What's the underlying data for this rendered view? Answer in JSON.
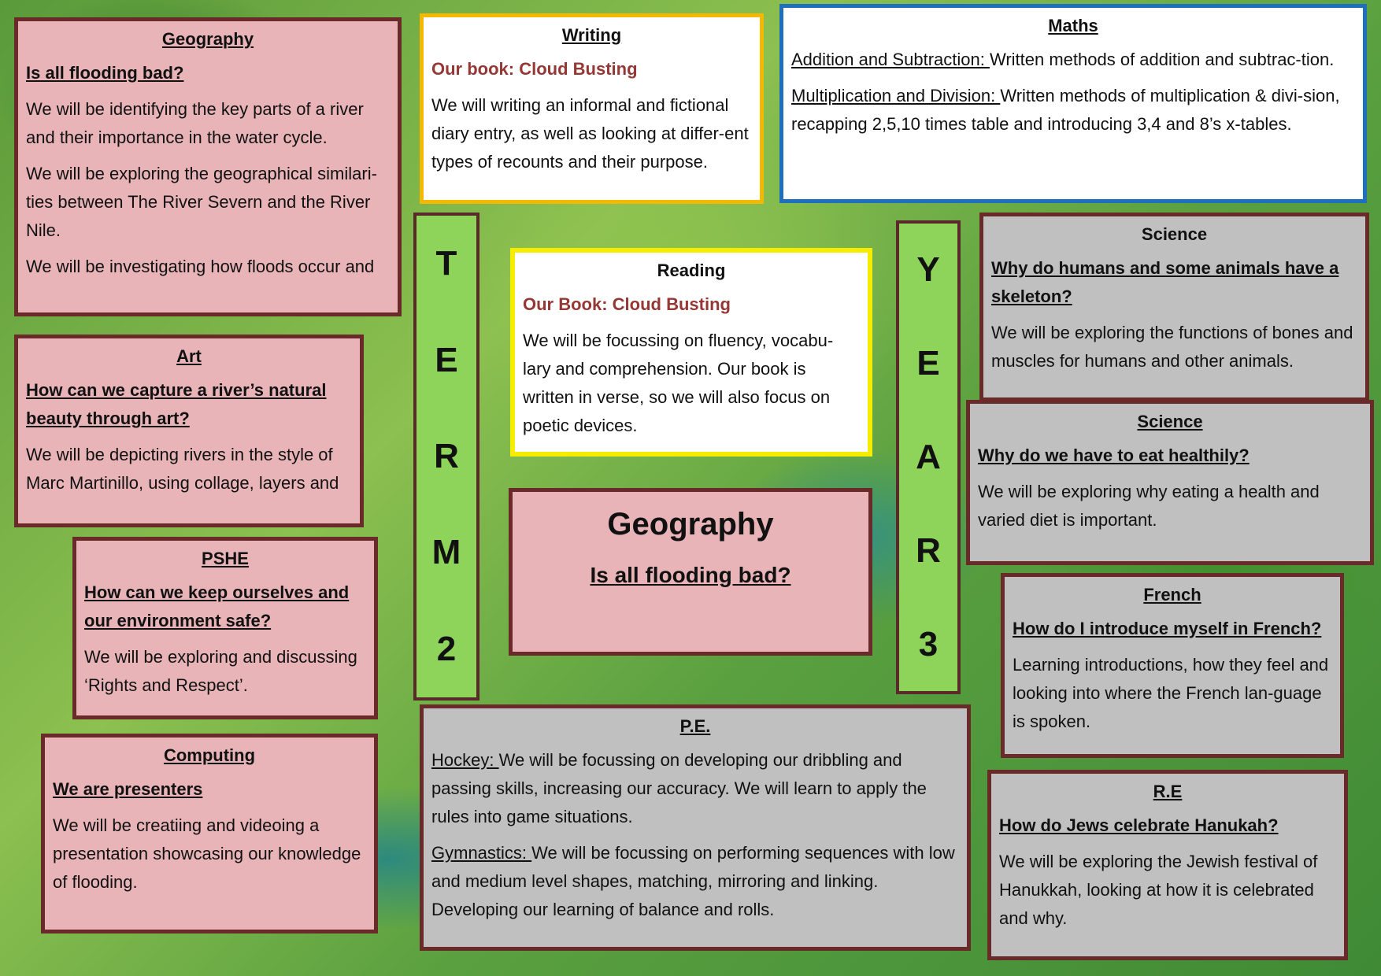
{
  "geography": {
    "title": "Geography",
    "question": "Is all flooding bad?",
    "p1": "We will be identifying the key parts of a river and their importance in the water cycle.",
    "p2": "We will be exploring the  geographical similari-ties between The River Severn and the River Nile.",
    "p3": "We will be investigating how floods occur and"
  },
  "art": {
    "title": "Art",
    "question": "How can we capture a river’s natural beauty through art?",
    "p1": "We will be depicting rivers in the style of Marc Martinillo, using collage, layers and"
  },
  "pshe": {
    "title": "PSHE",
    "question": "How can we keep ourselves and our environment safe?",
    "p1": "We will be exploring and discussing ‘Rights and Respect’."
  },
  "computing": {
    "title": "Computing",
    "question": "We are presenters",
    "p1": "We will be creatiing and videoing a presentation showcasing our knowledge of  flooding."
  },
  "writing": {
    "title": "Writing",
    "book": "Our book: Cloud Busting",
    "p1": "We will writing an informal and fictional diary entry, as well as looking at differ-ent types of recounts and their purpose."
  },
  "reading": {
    "title": "Reading",
    "book": "Our Book: Cloud Busting",
    "p1": "We will be focussing on fluency, vocabu-lary and comprehension. Our book is written in verse, so we will also focus on poetic devices."
  },
  "maths": {
    "title": "Maths",
    "label1": "Addition and Subtraction: ",
    "text1": "Written methods of addition and subtrac-tion.",
    "label2": "Multiplication and Division: ",
    "text2": "Written methods of multiplication & divi-sion, recapping 2,5,10 times table and introducing 3,4 and 8’s x-tables."
  },
  "term_strip": [
    "T",
    "E",
    "R",
    "M",
    "2"
  ],
  "year_strip": [
    "Y",
    "E",
    "A",
    "R",
    "3"
  ],
  "center": {
    "title": "Geography",
    "question": "Is all flooding bad?"
  },
  "pe": {
    "title": "P.E.",
    "label1": "Hockey: ",
    "text1": "We will be focussing on developing our dribbling and passing skills, increasing our accuracy. We will learn to apply the rules into game situations.",
    "label2": "Gymnastics: ",
    "text2": "We will be focussing on performing sequences with low and medium level shapes, matching, mirroring and linking. Developing our learning of balance and rolls."
  },
  "science1": {
    "title": "Science",
    "question": "Why  do humans and some animals have a skeleton?",
    "p1": "We will be exploring the functions of bones and muscles for humans and other animals."
  },
  "science2": {
    "title": "Science",
    "question": "Why do we have to eat healthily?",
    "p1": "We will be exploring why eating a health and varied diet is important."
  },
  "french": {
    "title": "French",
    "question": "How do I introduce myself  in French?",
    "p1": "Learning introductions, how they feel and looking into where the French lan-guage is spoken."
  },
  "re": {
    "title": "R.E",
    "question": "How do Jews celebrate Hanukah?",
    "p1": "We will be exploring the Jewish festival of Hanukkah, looking at how it is celebrated and why."
  },
  "colors": {
    "pink_box": "#e8b4b8",
    "grey_box": "#c0c0c0",
    "border": "#6b2a2a",
    "strip": "#8fd45a",
    "book_title": "#953734",
    "maths_border": "#1f6fbf"
  }
}
